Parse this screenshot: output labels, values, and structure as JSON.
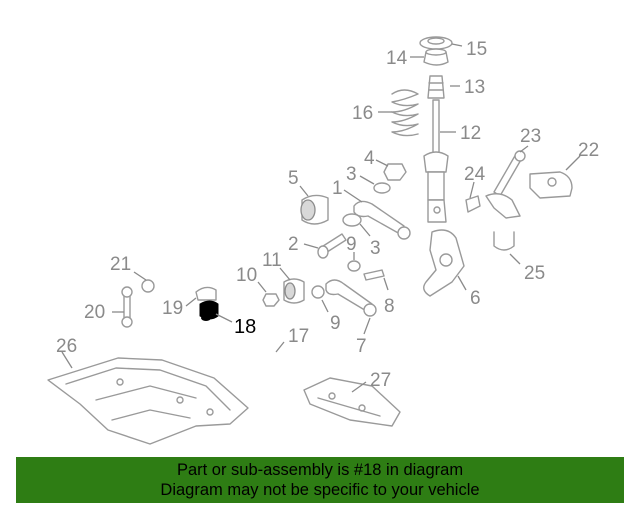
{
  "diagram": {
    "callouts": {
      "c1": "1",
      "c2": "2",
      "c3a": "3",
      "c3b": "3",
      "c4": "4",
      "c5": "5",
      "c6": "6",
      "c7": "7",
      "c8": "8",
      "c9a": "9",
      "c9b": "9",
      "c10": "10",
      "c11": "11",
      "c12": "12",
      "c13": "13",
      "c14": "14",
      "c15": "15",
      "c16": "16",
      "c17": "17",
      "c18": "18",
      "c19": "19",
      "c20": "20",
      "c21": "21",
      "c22": "22",
      "c23": "23",
      "c24": "24",
      "c25": "25",
      "c26": "26",
      "c27": "27"
    },
    "colors": {
      "line": "#8a8a8a",
      "highlight_part": "#000000",
      "footer_bg": "#2e7d14"
    }
  },
  "footer": {
    "line1": "Part or sub-assembly is #18 in diagram",
    "line2": "Diagram may not be specific to your vehicle"
  }
}
